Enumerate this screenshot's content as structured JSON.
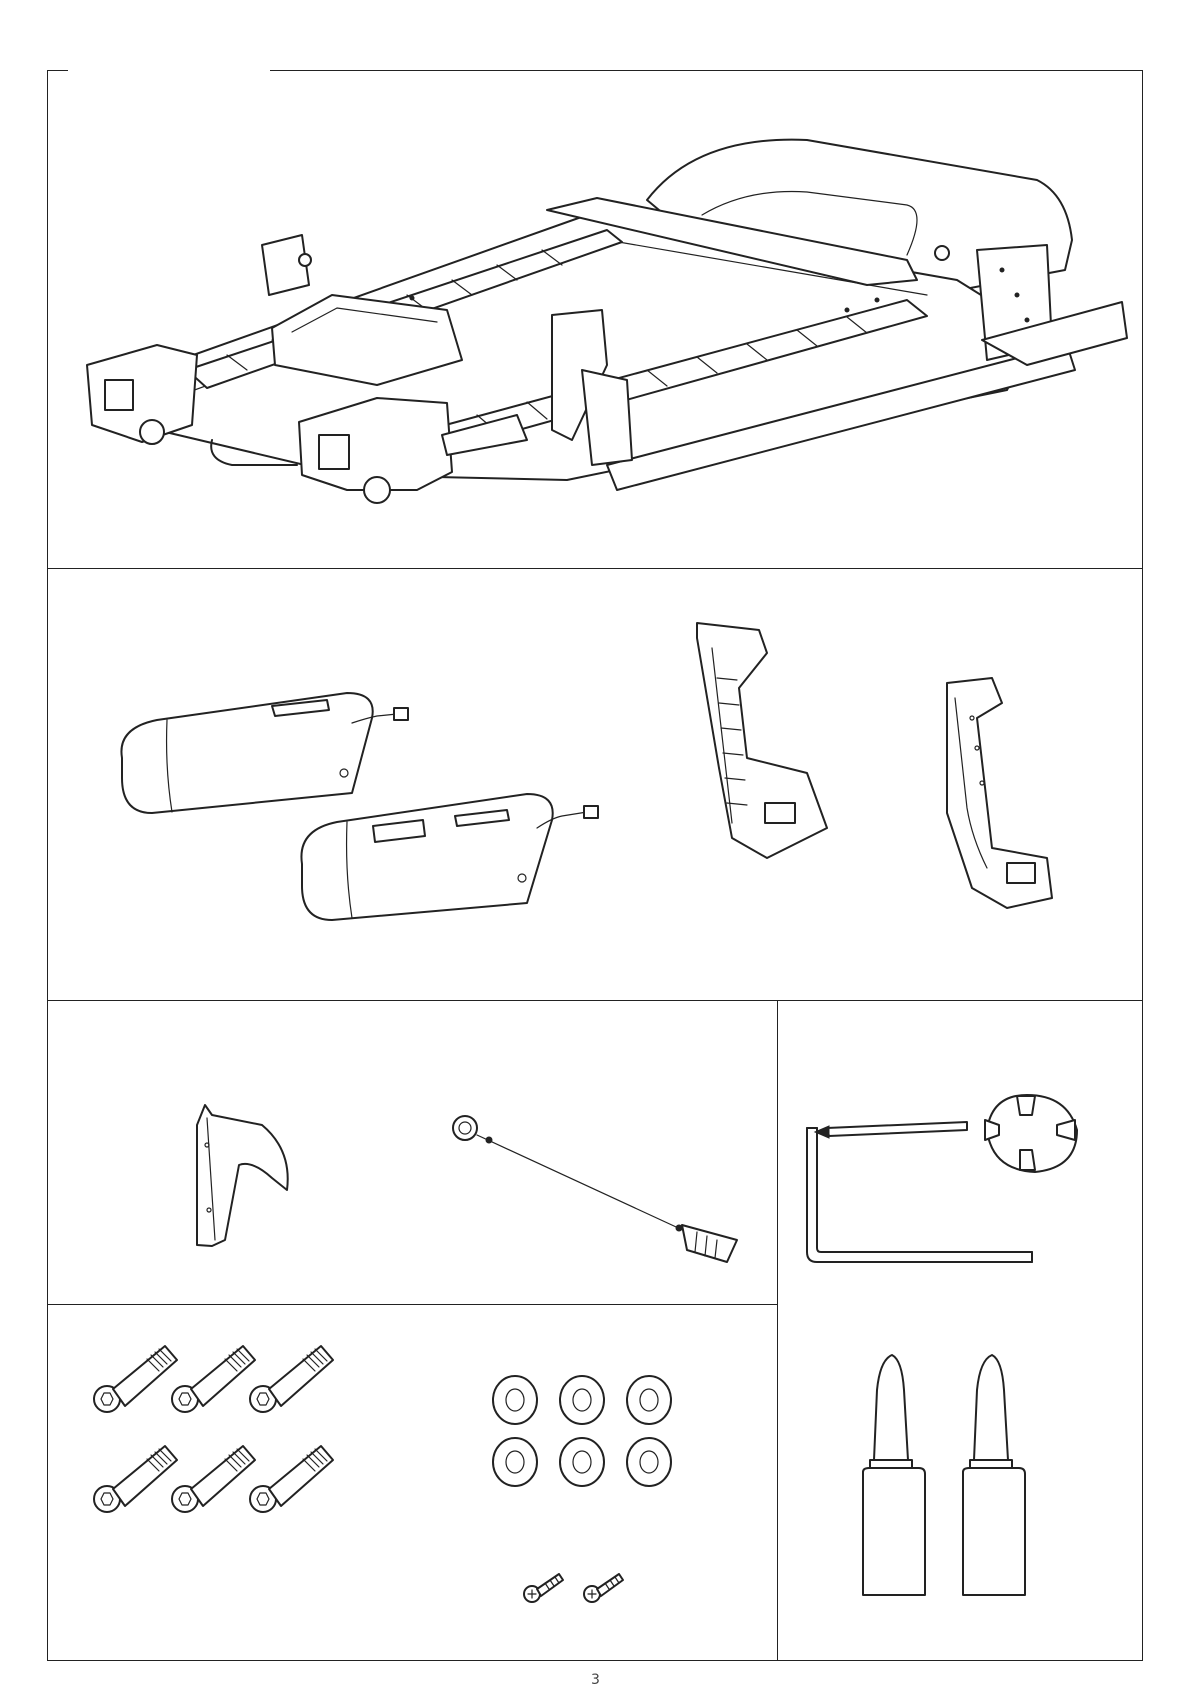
{
  "page": {
    "number": "3"
  },
  "icons": {
    "treadmill": "treadmill-base-drawing",
    "console_arm_left": "console-arm-left-drawing",
    "console_arm_right": "console-arm-right-drawing",
    "upright_left": "upright-left-drawing",
    "upright_right": "upright-right-drawing",
    "upright_cover": "upright-cover-drawing",
    "safety_key": "safety-key-drawing",
    "tools": "tools-drawing",
    "bolts": "bolts-drawing",
    "washers": "washers-drawing",
    "screws": "screws-drawing",
    "lubricant": "lubricant-bottles-drawing"
  },
  "counts": {
    "bolts": 6,
    "washers": 6,
    "screws": 2,
    "lubricant_bottles": 2
  }
}
